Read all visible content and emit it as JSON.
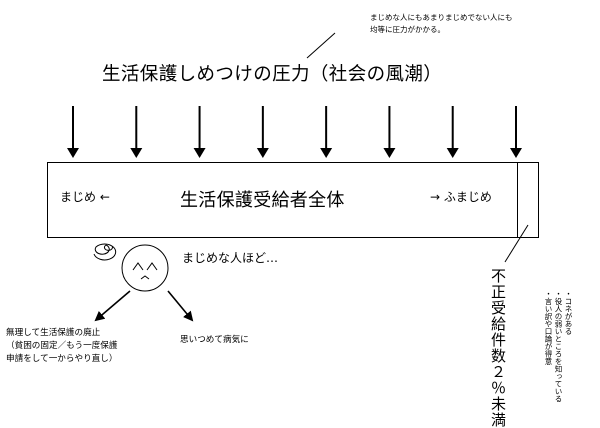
{
  "top_note": [
    "まじめな人にもあまりまじめでない人にも",
    "均等に圧力がかかる。"
  ],
  "title": "生活保護しめつけの圧力（社会の風潮）",
  "box": {
    "center_label": "生活保護受給者全体",
    "left_label": "まじめ ←",
    "right_label": "→ ふまじめ"
  },
  "face_note": "まじめな人ほど…",
  "left_result": [
    "無理して生活保護の廃止",
    "（貧困の固定／もう一度保護",
    "申請をして一からやり直し）"
  ],
  "right_result": "思いつめて病気に",
  "fraud": {
    "label": "不正受給件数２％未満",
    "notes": [
      "・コネがある",
      "・役人の弱いところを知っている",
      "・言い訳や口論が得意"
    ]
  },
  "arrow_count": 8,
  "icons": {
    "face": "worried-face-icon",
    "swirl": "dizzy-swirl-icon"
  }
}
